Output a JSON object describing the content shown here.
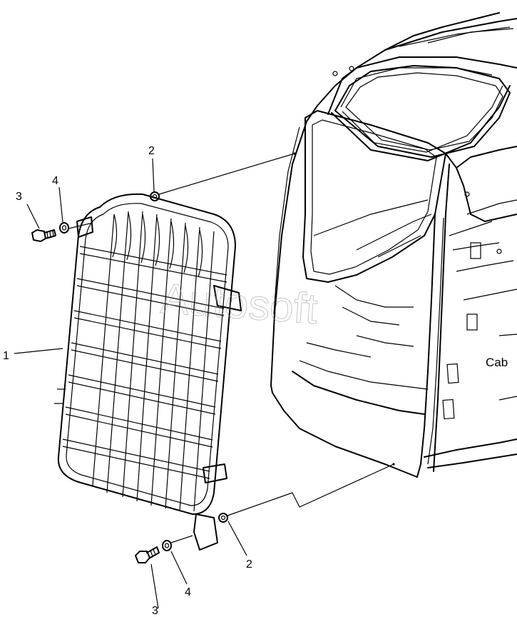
{
  "callouts": {
    "guard": "1",
    "nut_top": "2",
    "nut_bottom": "2",
    "bolt_top": "3",
    "bolt_bottom": "3",
    "washer_top": "4",
    "washer_bottom": "4"
  },
  "cab_label": "Cab",
  "watermark": "Autosoft"
}
